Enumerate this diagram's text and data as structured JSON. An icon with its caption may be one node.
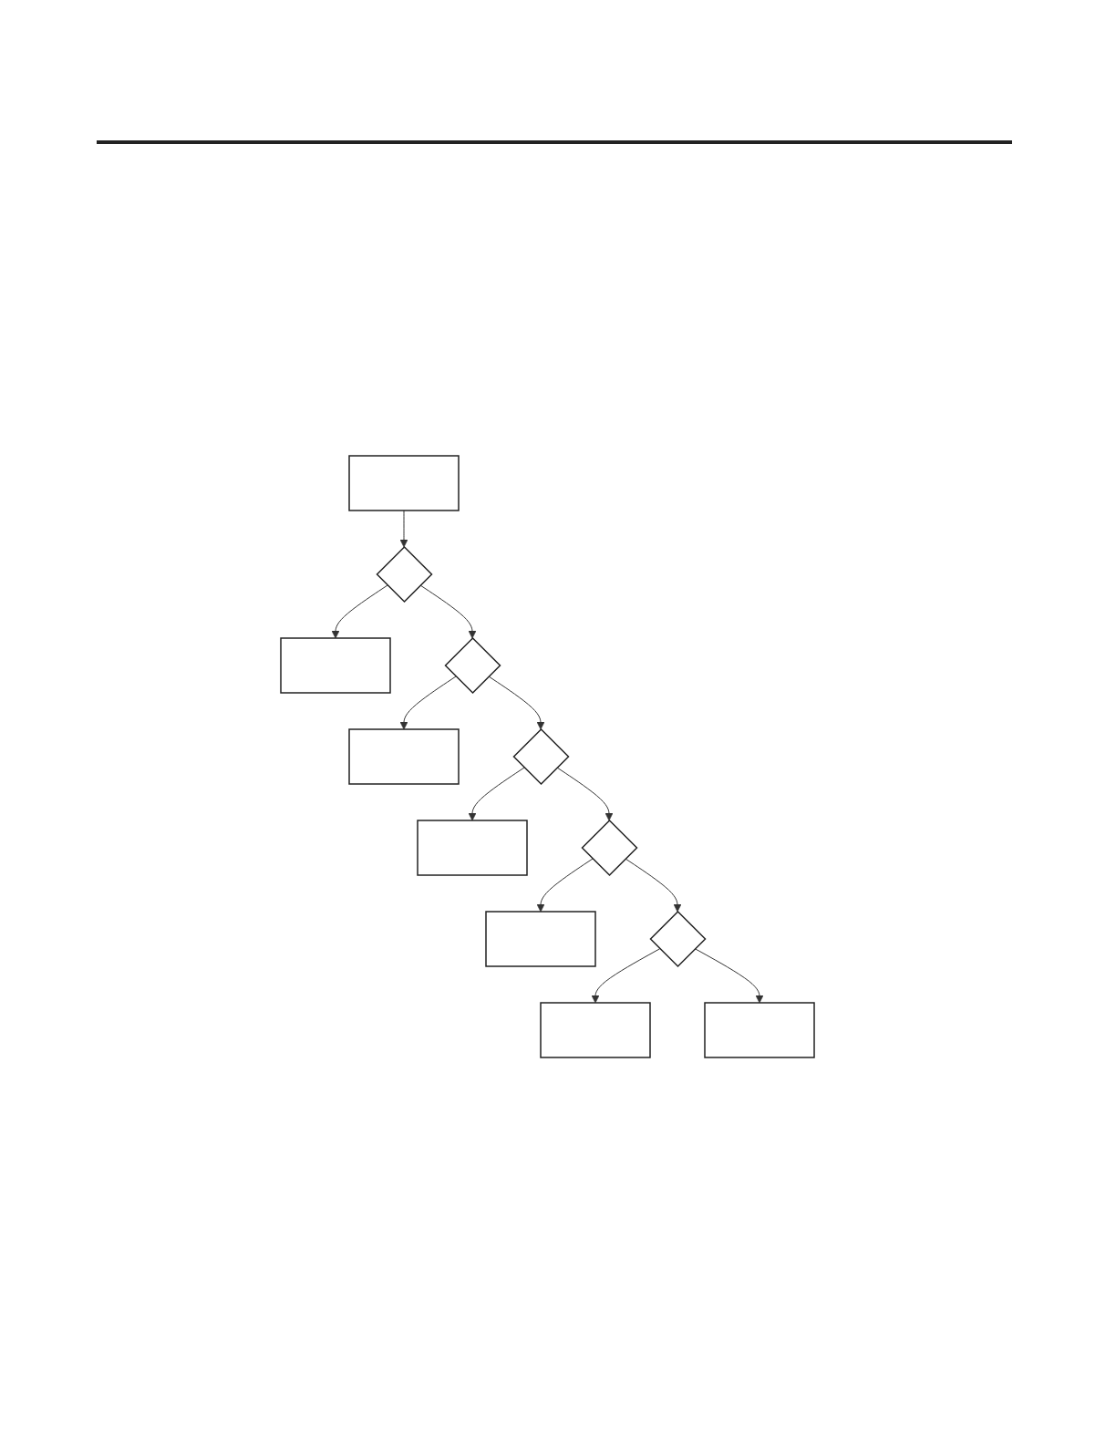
{
  "diagram": {
    "nodes": [
      {
        "text": [],
        "shape": "box"
      },
      {
        "text": [],
        "shape": "diamond"
      },
      {
        "text": [],
        "shape": "box"
      },
      {
        "text": [],
        "shape": "diamond"
      },
      {
        "text": [],
        "shape": "box"
      },
      {
        "text": [],
        "shape": "diamond"
      },
      {
        "text": [],
        "shape": "box"
      },
      {
        "text": [],
        "shape": "diamond"
      },
      {
        "text": [],
        "shape": "box"
      },
      {
        "text": [],
        "shape": "diamond"
      },
      {
        "text": [],
        "shape": "box"
      },
      {
        "text": [],
        "shape": "box"
      }
    ],
    "edges": [
      {
        "from": 0,
        "to": 1,
        "arrow": "to"
      },
      {
        "from": 1,
        "to": 2,
        "arrow": "to"
      },
      {
        "from": 1,
        "to": 3,
        "arrow": "to"
      },
      {
        "from": 3,
        "to": 4,
        "arrow": "to"
      },
      {
        "from": 3,
        "to": 5,
        "arrow": "to"
      },
      {
        "from": 5,
        "to": 6,
        "arrow": "to"
      },
      {
        "from": 5,
        "to": 7,
        "arrow": "to"
      },
      {
        "from": 7,
        "to": 8,
        "arrow": "to"
      },
      {
        "from": 7,
        "to": 9,
        "arrow": "to"
      },
      {
        "from": 9,
        "to": 10,
        "arrow": "to"
      },
      {
        "from": 9,
        "to": 11,
        "arrow": "to"
      }
    ]
  }
}
